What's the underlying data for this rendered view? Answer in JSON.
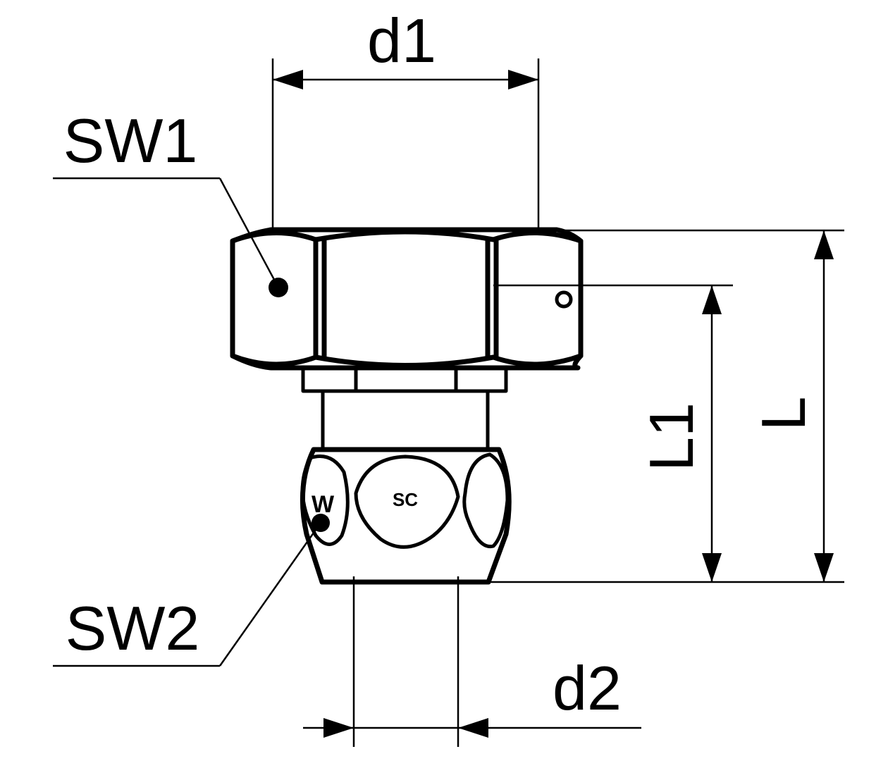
{
  "drawing": {
    "title": "Screw-in fitting dimension drawing",
    "line_color": "#000000",
    "background": "#ffffff",
    "labels": {
      "d1": "d1",
      "d2": "d2",
      "sw1": "SW1",
      "sw2": "SW2",
      "l": "L",
      "l1": "L1"
    },
    "markings": {
      "left_face": "W",
      "center_face": "SC"
    }
  }
}
